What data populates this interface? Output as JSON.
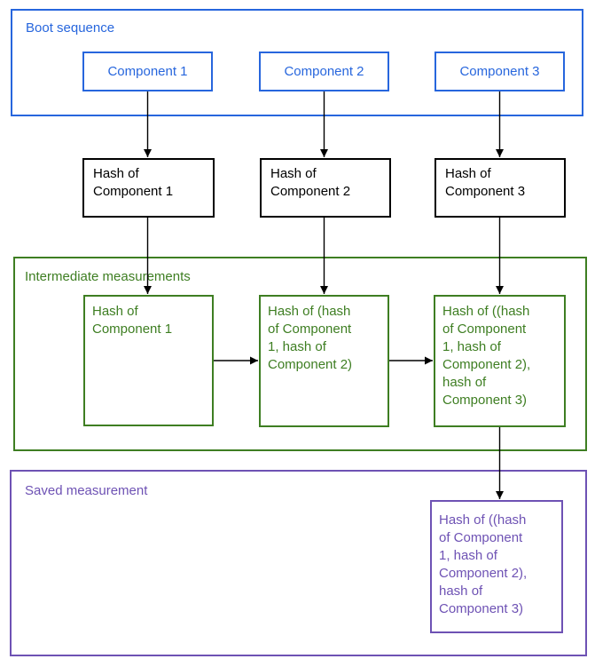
{
  "colors": {
    "boot_blue": "#2766dd",
    "intermediate_green": "#3e7e22",
    "saved_purple": "#6e52b4",
    "hash_black": "#000000",
    "arrow": "#000000",
    "background": "#ffffff"
  },
  "boot_sequence": {
    "title": "Boot sequence",
    "components": [
      {
        "label": "Component 1"
      },
      {
        "label": "Component 2"
      },
      {
        "label": "Component 3"
      }
    ]
  },
  "hash_boxes": [
    {
      "label": "Hash of\nComponent 1"
    },
    {
      "label": "Hash of\nComponent 2"
    },
    {
      "label": "Hash of\nComponent 3"
    }
  ],
  "intermediate_measurements": {
    "title": "Intermediate measurements",
    "boxes": [
      {
        "label": "Hash of\nComponent 1"
      },
      {
        "label": "Hash of (hash\nof Component\n1, hash of\nComponent 2)"
      },
      {
        "label": "Hash of ((hash\nof Component\n1, hash of\nComponent 2),\nhash of\nComponent 3)"
      }
    ]
  },
  "saved_measurement": {
    "title": "Saved measurement",
    "box": {
      "label": "Hash of ((hash\nof Component\n1, hash of\nComponent 2),\nhash of\nComponent 3)"
    }
  },
  "edges": [
    {
      "from": "component-1",
      "to": "hash-of-component-1",
      "direction": "down"
    },
    {
      "from": "component-2",
      "to": "hash-of-component-2",
      "direction": "down"
    },
    {
      "from": "component-3",
      "to": "hash-of-component-3",
      "direction": "down"
    },
    {
      "from": "hash-of-component-1",
      "to": "intermediate-1",
      "direction": "down"
    },
    {
      "from": "hash-of-component-2",
      "to": "intermediate-2",
      "direction": "down"
    },
    {
      "from": "hash-of-component-3",
      "to": "intermediate-3",
      "direction": "down"
    },
    {
      "from": "intermediate-1",
      "to": "intermediate-2",
      "direction": "right"
    },
    {
      "from": "intermediate-2",
      "to": "intermediate-3",
      "direction": "right"
    },
    {
      "from": "intermediate-3",
      "to": "saved-measurement-box",
      "direction": "down"
    }
  ]
}
